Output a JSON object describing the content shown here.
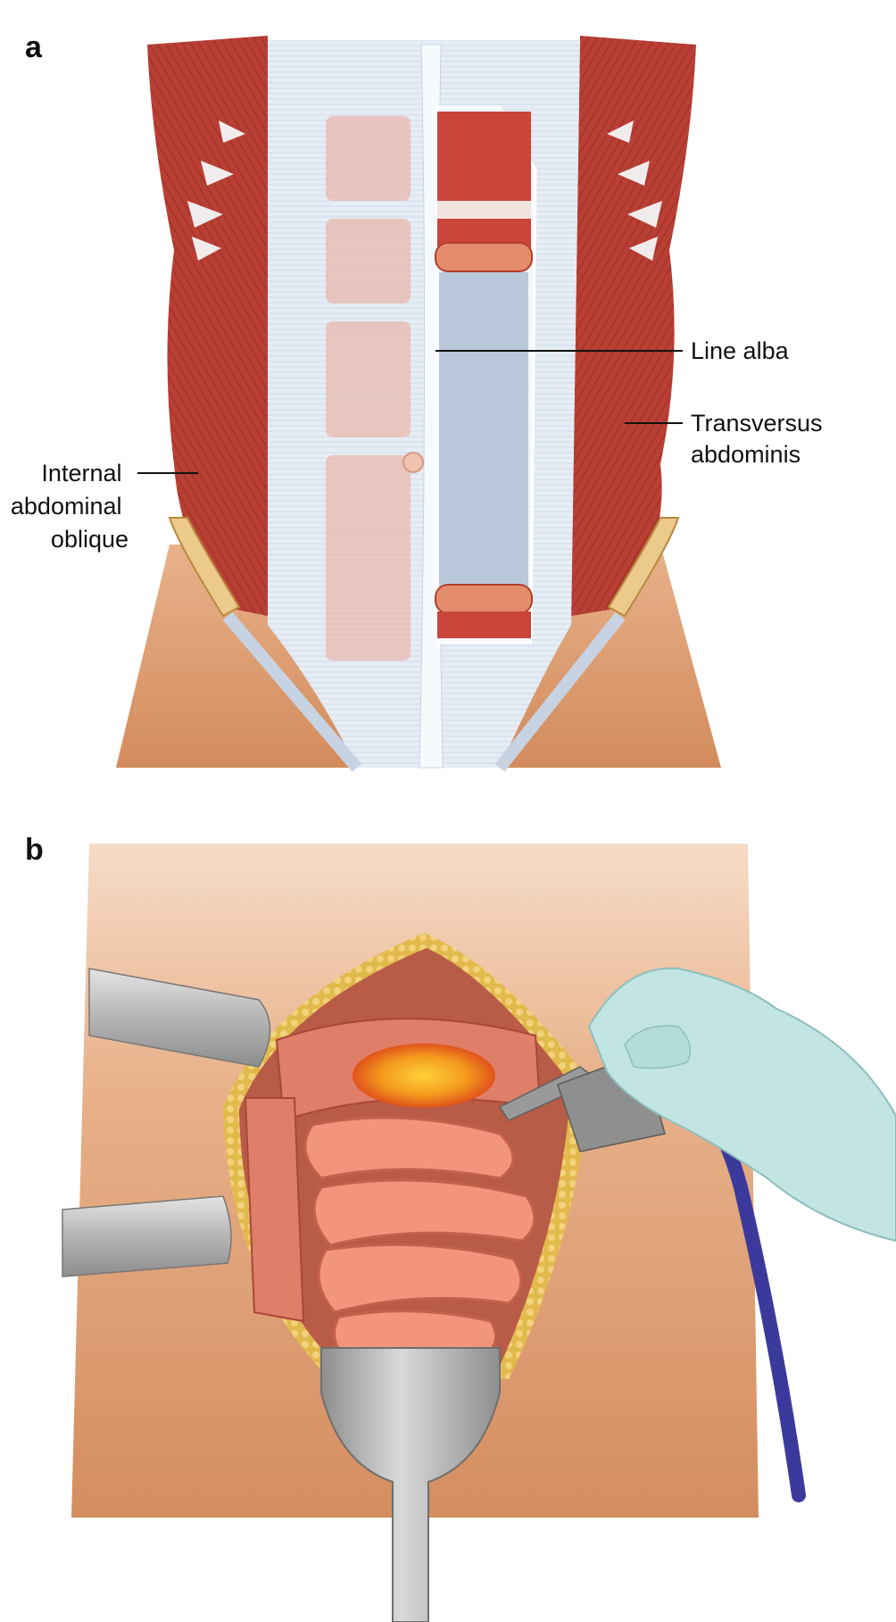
{
  "panels": [
    {
      "letter": "a",
      "labels": {
        "linea_alba": "Line alba",
        "transversus": [
          "Transversus",
          "abdominis"
        ],
        "internal_oblique": [
          "Internal",
          "abdominal",
          "oblique"
        ]
      }
    },
    {
      "letter": "b"
    }
  ],
  "colors": {
    "muscle": "#c1463a",
    "muscle_dark": "#9e2f27",
    "fascia": "#dfe8f2",
    "skin": "#e3a77d",
    "skin_dark": "#c98658",
    "fat": "#e8c15a",
    "bowel": "#ec8a72",
    "retractor": "#b8b8b8",
    "glove": "#bfe3e4",
    "suction_tube": "#3b3a9c",
    "cautery_burn": "#f08a1c"
  }
}
